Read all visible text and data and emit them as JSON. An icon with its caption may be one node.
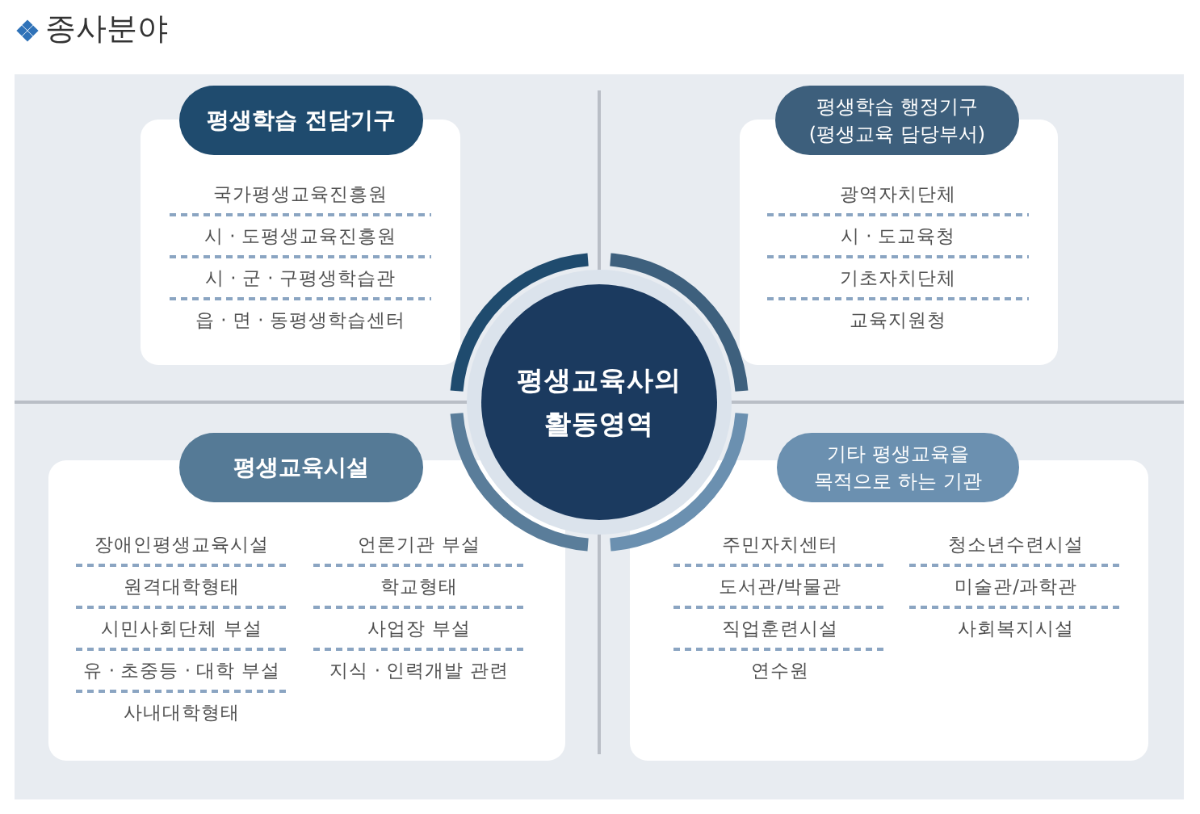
{
  "diagram": {
    "title": "종사분야",
    "nodes": [
      {
        "text": [
          "평생학습 전담기구"
        ]
      },
      {
        "text": [
          "국가평생교육진흥원",
          "시 · 도평생교육진흥원",
          "시 · 군 · 구평생학습관",
          "읍 · 면 · 동평생학습센터"
        ]
      },
      {
        "text": [
          "평생학습 행정기구 (평생교육 담당부서)"
        ]
      },
      {
        "text": [
          "광역자치단체",
          "시 · 도교육청",
          "기초자치단체",
          "교육지원청"
        ]
      },
      {
        "text": [
          "평생교육사의 활동영역"
        ]
      },
      {
        "text": [
          "평생교육시설"
        ]
      },
      {
        "text": [
          "장애인평생교육시설",
          "원격대학형태",
          "시민사회단체 부설",
          "유 · 초중등 · 대학 부설",
          "사내대학형태",
          "언론기관 부설",
          "학교형태",
          "사업장 부설",
          "지식 · 인력개발 관련"
        ]
      },
      {
        "text": [
          "기타 평생교육을 목적으로 하는 기관"
        ]
      },
      {
        "text": [
          "주민자치센터",
          "도서관/박물관",
          "직업훈련시설",
          "연수원",
          "청소년수련시설",
          "미술관/과학관",
          "사회복지시설"
        ]
      }
    ]
  }
}
